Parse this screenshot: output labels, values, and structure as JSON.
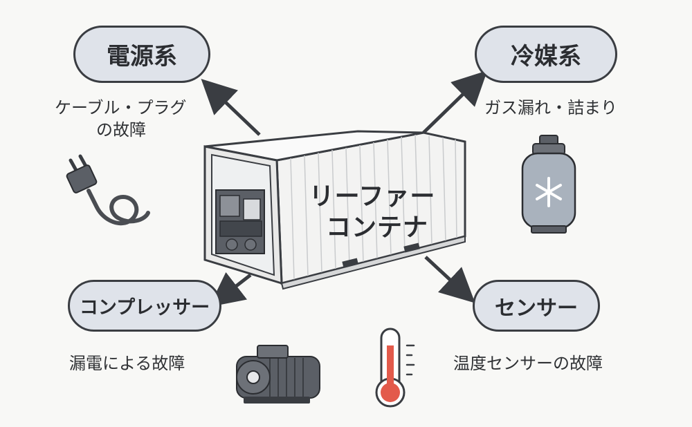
{
  "center": {
    "line1": "リーファー",
    "line2": "コンテナ"
  },
  "nodes": {
    "power": {
      "title": "電源系",
      "caption_line1": "ケーブル・プラグ",
      "caption_line2": "の故障",
      "icon": "power-plug-icon"
    },
    "refrigerant": {
      "title": "冷媒系",
      "caption": "ガス漏れ・詰まり",
      "icon": "gas-cylinder-icon"
    },
    "compressor": {
      "title": "コンプレッサー",
      "caption": "漏電による故障",
      "icon": "electric-motor-icon"
    },
    "sensor": {
      "title": "センサー",
      "caption": "温度センサーの故障",
      "icon": "thermometer-icon"
    }
  },
  "colors": {
    "pill_fill": "#dfe3ea",
    "outline": "#3a3d42",
    "container": "#f2f2f2",
    "thermometer_red": "#e35a4b"
  }
}
